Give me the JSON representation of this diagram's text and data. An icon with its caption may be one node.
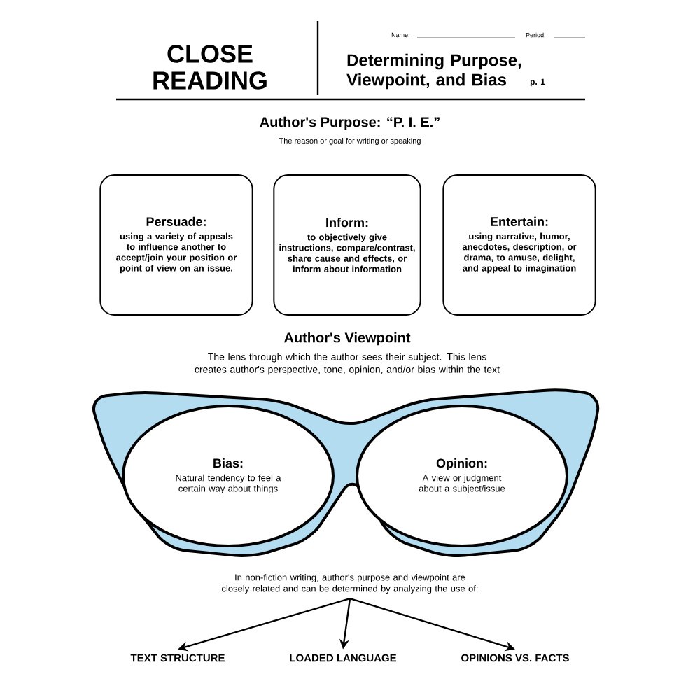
{
  "diagram": {
    "title": "Determining Purpose, Viewpoint, and Bias",
    "nodes": [
      {
        "text": [
          "Persuade:",
          "using a variety of appeals to influence another to accept/join your position or point of view on an issue."
        ]
      },
      {
        "text": [
          "Inform:",
          "to objectively give instructions, compare/contrast, share cause and effects, or inform about information"
        ]
      },
      {
        "text": [
          "Entertain:",
          "using narrative, humor, anecdotes, description, or drama, to amuse, delight, and appeal to imagination"
        ]
      },
      {
        "text": [
          "Bias:",
          "Natural tendency to feel a certain way about things"
        ]
      },
      {
        "text": [
          "Opinion:",
          "A view or judgment about a subject/issue"
        ]
      },
      {
        "text": [
          "In non-fiction writing, author's purpose and viewpoint are closely related and can be determined by analyzing the use of:"
        ]
      },
      {
        "text": [
          "TEXT STRUCTURE"
        ]
      },
      {
        "text": [
          "LOADED LANGUAGE"
        ]
      },
      {
        "text": [
          "OPINIONS VS. FACTS"
        ]
      }
    ],
    "edges": [
      {
        "from": 5,
        "to": 6,
        "arrow": "to"
      },
      {
        "from": 5,
        "to": 7,
        "arrow": "to"
      },
      {
        "from": 5,
        "to": 8,
        "arrow": "to"
      }
    ],
    "labels": [
      "CLOSE READING",
      "Name:",
      "Period:",
      "p. 1",
      "Author's Purpose: “P. I. E.”",
      "The reason or goal for writing or speaking",
      "Author's Viewpoint",
      "The lens through which the author sees their subject. This lens creates author's perspective, tone, opinion, and/or bias within the text"
    ]
  }
}
